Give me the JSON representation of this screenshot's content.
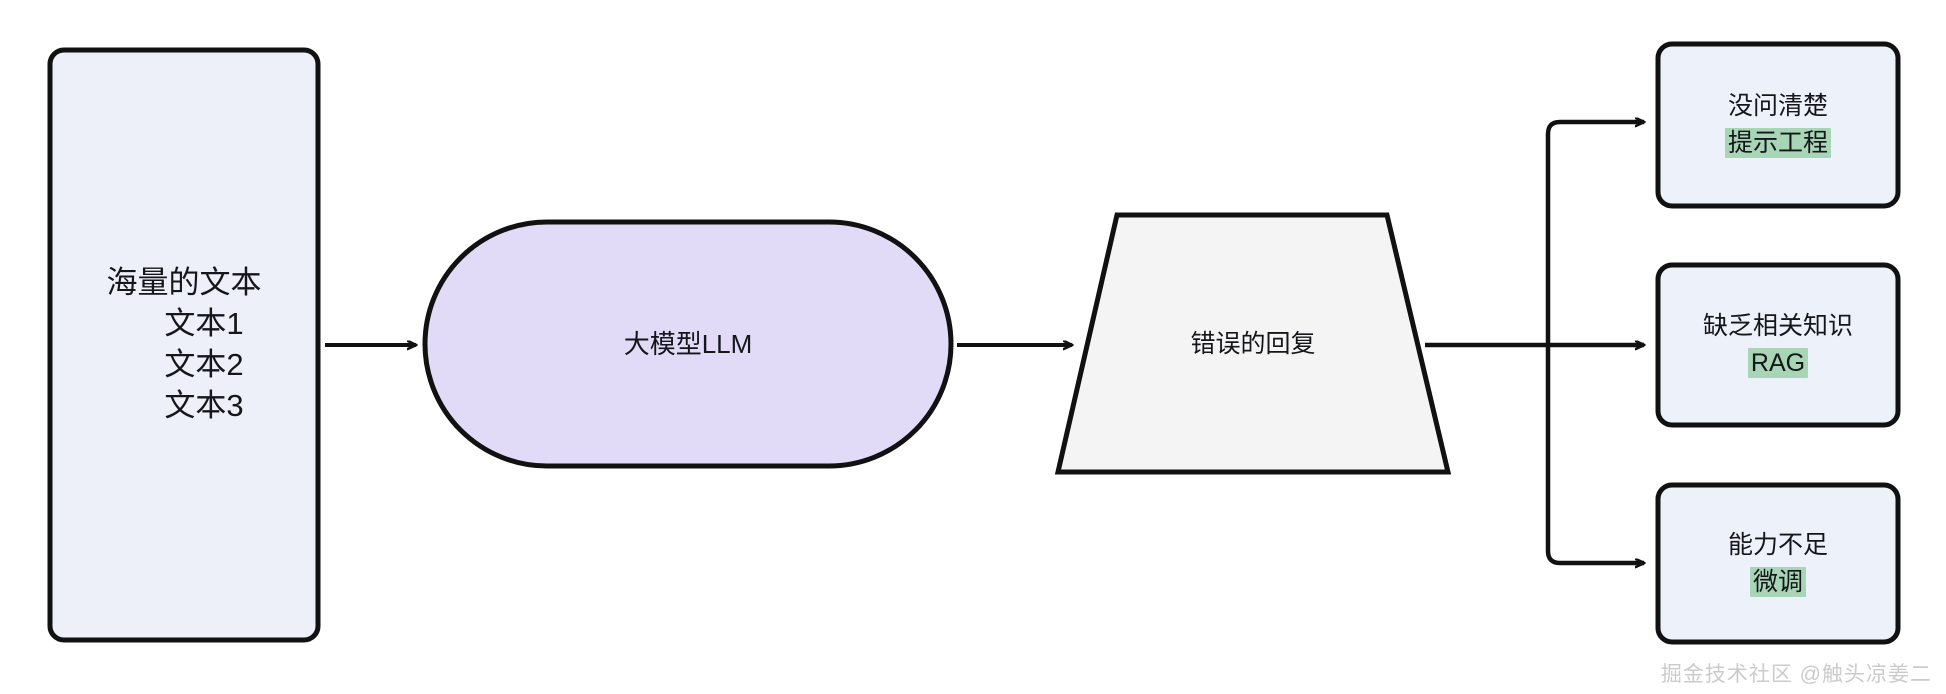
{
  "diagram": {
    "title": "LLM errors and remedies flow",
    "colors": {
      "stroke": "#111111",
      "corpus_fill": "#edf0f9",
      "llm_fill": "#e2dbf7",
      "trapezoid_fill": "#f4f4f4",
      "issue_fill": "#edf1f9",
      "highlight": "#a8d5b5",
      "text": "#15161a",
      "watermark": "#c9c9c9",
      "background": "#ffffff"
    },
    "nodes": {
      "corpus": {
        "shape": "rounded-rectangle",
        "lines": [
          "海量的文本",
          "文本1",
          "文本2",
          "文本3"
        ]
      },
      "llm": {
        "shape": "stadium",
        "label": "大模型LLM"
      },
      "bad_response": {
        "shape": "trapezoid",
        "label": "错误的回复"
      },
      "issues": [
        {
          "shape": "rounded-rectangle",
          "cause": "没问清楚",
          "remedy": "提示工程"
        },
        {
          "shape": "rounded-rectangle",
          "cause": "缺乏相关知识",
          "remedy": "RAG"
        },
        {
          "shape": "rounded-rectangle",
          "cause": "能力不足",
          "remedy": "微调"
        }
      ]
    },
    "edges": [
      {
        "from": "corpus",
        "to": "llm",
        "style": "arrow"
      },
      {
        "from": "llm",
        "to": "bad_response",
        "style": "arrow"
      },
      {
        "from": "bad_response",
        "to": "issue-1",
        "style": "elbow-arrow"
      },
      {
        "from": "bad_response",
        "to": "issue-2",
        "style": "arrow"
      },
      {
        "from": "bad_response",
        "to": "issue-3",
        "style": "elbow-arrow"
      }
    ],
    "watermark": "掘金技术社区 @触头凉姜二"
  }
}
